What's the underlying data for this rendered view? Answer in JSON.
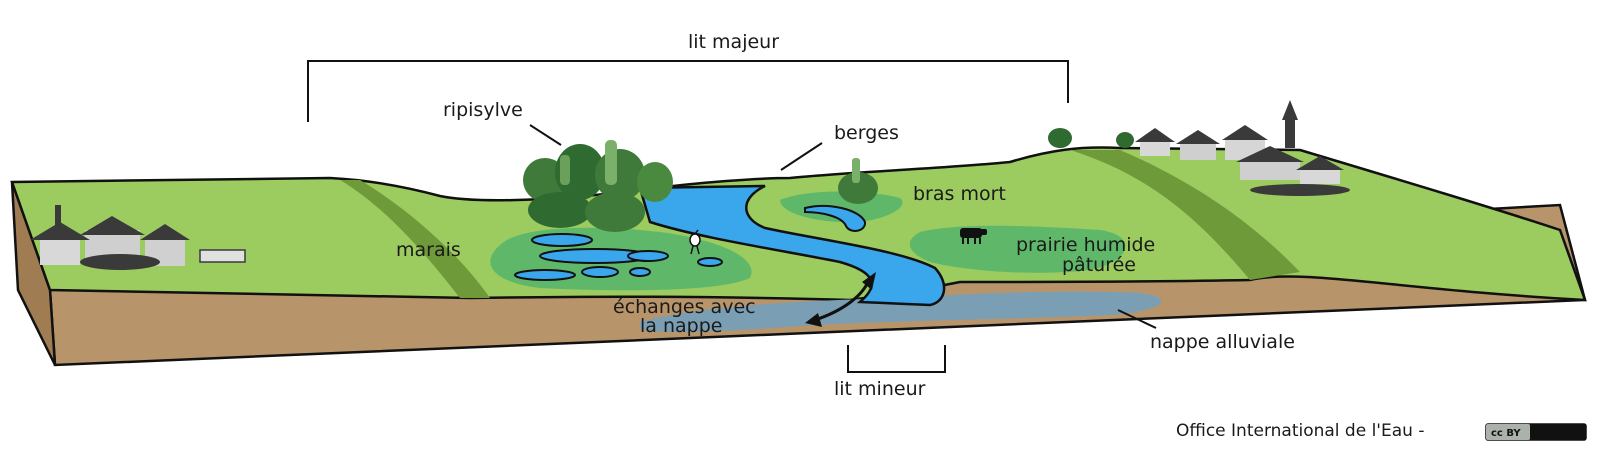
{
  "labels": {
    "lit_majeur": "lit majeur",
    "ripisylve": "ripisylve",
    "berges": "berges",
    "bras_mort": "bras mort",
    "marais": "marais",
    "prairie_line1": "prairie humide",
    "prairie_line2": "pâturée",
    "echanges_line1": "échanges avec",
    "echanges_line2": "la nappe",
    "nappe_alluviale": "nappe alluviale",
    "lit_mineur": "lit mineur"
  },
  "credit": {
    "text": "Office International de l'Eau -",
    "license": "cc BY"
  },
  "colors": {
    "grass": "#9ccb5f",
    "grass_dark": "#6e9a3a",
    "soil": "#b8946a",
    "water": "#3aa6ec",
    "groundwater": "#7a9fb4",
    "marsh": "#5fb86a",
    "trees": "#3f7a3a",
    "village": "#3a3a3a"
  }
}
